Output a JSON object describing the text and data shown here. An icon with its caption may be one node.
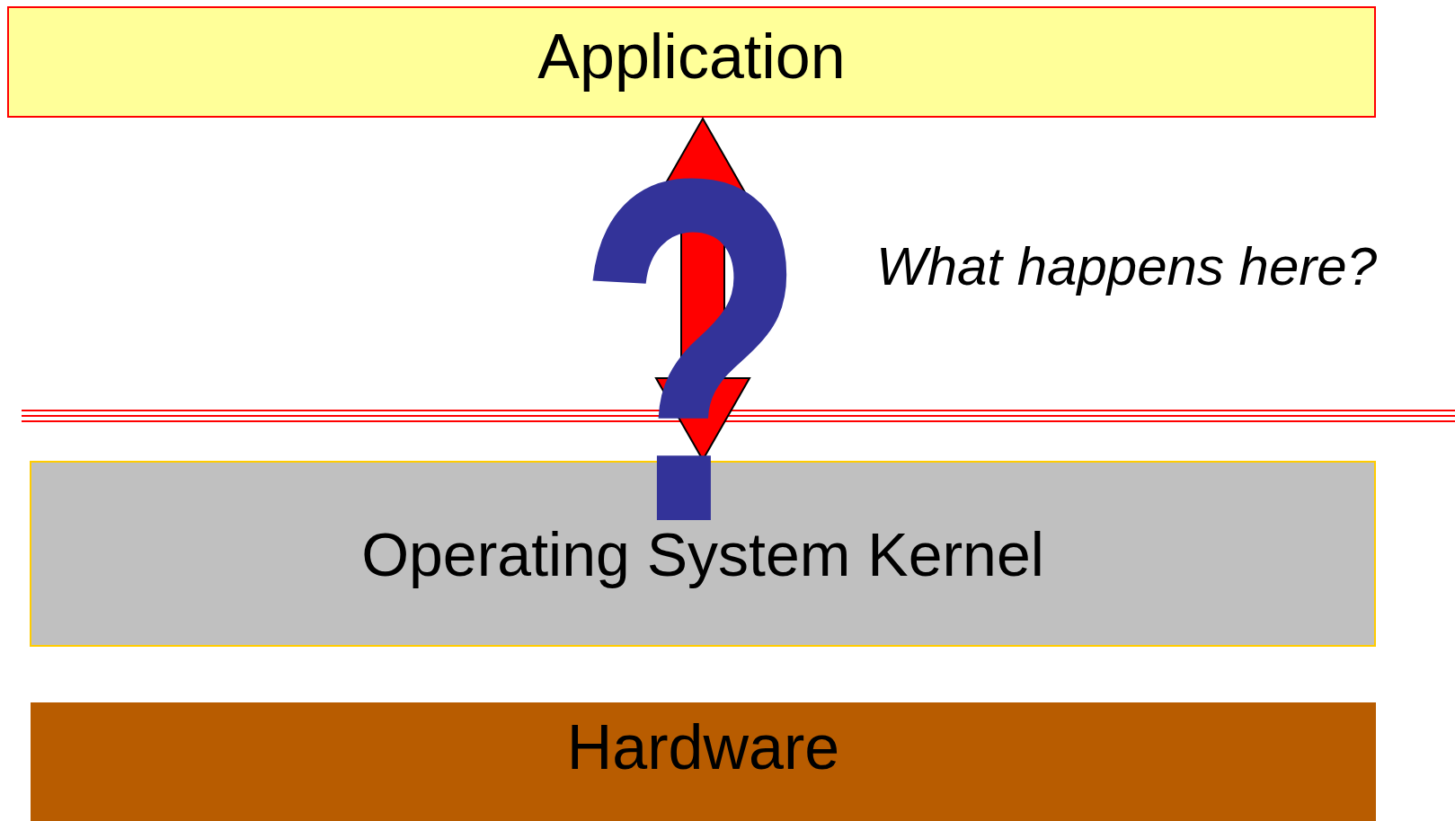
{
  "diagram": {
    "nodes": [
      {
        "text": [
          "Application"
        ]
      },
      {
        "text": [
          "Operating System Kernel"
        ]
      },
      {
        "text": [
          "Hardware"
        ]
      }
    ],
    "edges": [
      {
        "from": 0,
        "to": 1,
        "arrow": "both"
      }
    ],
    "labels": [
      "?",
      "What happens here?"
    ]
  }
}
